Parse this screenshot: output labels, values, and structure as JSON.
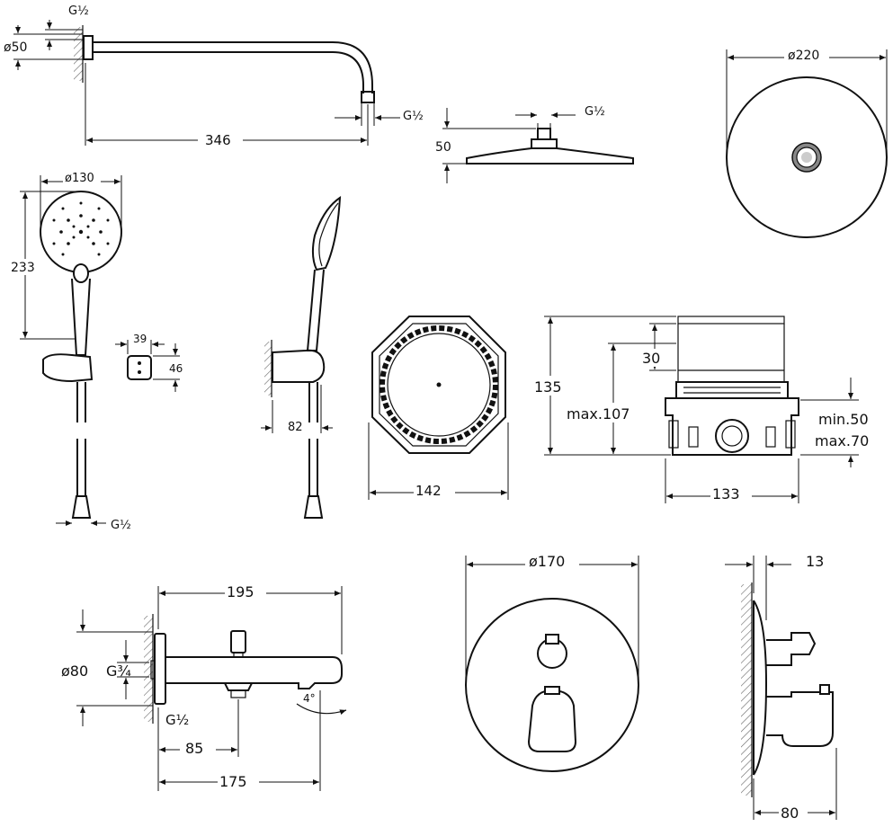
{
  "labels": {
    "arm_thread": "G½",
    "arm_dia": "ø50",
    "arm_outlet_thread": "G½",
    "arm_length": "346",
    "head_thread": "G½",
    "head_height": "50",
    "head_dia": "ø220",
    "hand_dia": "ø130",
    "hand_length": "233",
    "holder_width": "39",
    "holder_height": "46",
    "holder_depth": "82",
    "hose_thread": "G½",
    "frame_width": "142",
    "box_total": "135",
    "box_30": "30",
    "box_max107": "max.107",
    "box_min50": "min.50",
    "box_max70": "max.70",
    "box_width": "133",
    "spout_length": "195",
    "spout_dia": "ø80",
    "spout_thread": "G¾",
    "spout_g12": "G½",
    "spout_85": "85",
    "spout_175": "175",
    "spout_angle": "4°",
    "mixer_dia": "ø170",
    "mixer_13": "13",
    "mixer_80": "80"
  }
}
